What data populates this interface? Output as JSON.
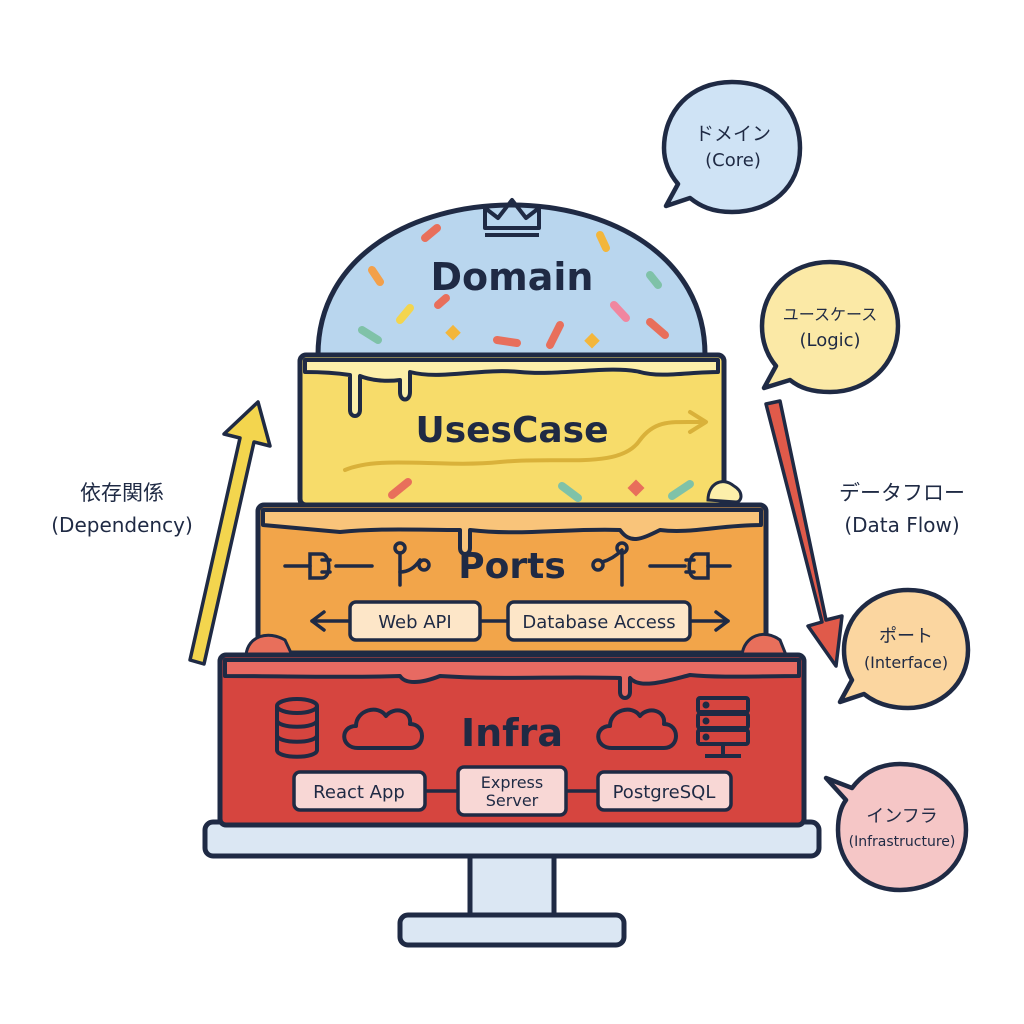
{
  "layers": {
    "domain": {
      "label": "Domain",
      "crown_icon": "crown-icon"
    },
    "usecase": {
      "label": "UsesCase"
    },
    "ports": {
      "label": "Ports",
      "left_box": "Web API",
      "right_box": "Database Access"
    },
    "infra": {
      "label": "Infra",
      "boxes": [
        "React App",
        "Express",
        "Server",
        "PostgreSQL"
      ]
    }
  },
  "side_labels": {
    "dependency_jp": "依存関係",
    "dependency_en": "(Dependency)",
    "dataflow_jp": "データフロー",
    "dataflow_en": "(Data Flow)"
  },
  "bubbles": [
    {
      "jp": "ドメイン",
      "en": "(Core)",
      "color": "#cfe3f5"
    },
    {
      "jp": "ユースケース",
      "en": "(Logic)",
      "color": "#fbe9a6"
    },
    {
      "jp": "ポート",
      "en": "(Interface)",
      "color": "#fbd6a0"
    },
    {
      "jp": "インフラ",
      "en": "(Infrastructure)",
      "color": "#f5c6c6"
    }
  ],
  "colors": {
    "outline": "#1f2a44",
    "domain": "#b9d6ee",
    "usecase": "#f7dc6a",
    "ports": "#f2a54a",
    "infra": "#d6453f",
    "arrow_up": "#f3d54e",
    "arrow_down": "#e05a4a"
  }
}
